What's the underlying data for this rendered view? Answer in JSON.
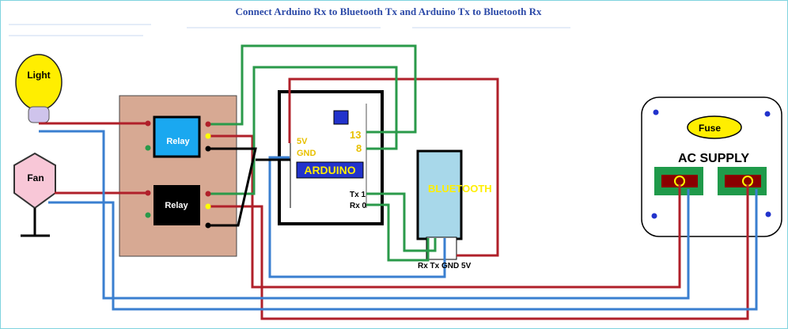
{
  "title": "Connect Arduino Rx to Bluetooth Tx  and Arduino Tx to Bluetooth Rx",
  "labels": {
    "light": "Light",
    "fan": "Fan",
    "relay_1": "Relay",
    "relay_2": "Relay",
    "pin_5v": "5V",
    "pin_gnd": "GND",
    "pin_13": "13",
    "pin_8": "8",
    "arduino": "ARDUINO",
    "arduino_tx": "Tx  1",
    "arduino_rx": "Rx  0",
    "bluetooth": "BLUETOOTH",
    "bluetooth_pins": "Rx Tx GND 5V",
    "fuse": "Fuse",
    "ac_supply": "AC SUPPLY"
  },
  "colors": {
    "wire_red": "#b0202a",
    "wire_green": "#2a9a4a",
    "wire_blue": "#3a7fd0",
    "wire_black": "#000000",
    "light_bulb": "#ffee00",
    "fan_body": "#f8c7d7",
    "relay_board": "#d7a993",
    "relay_1": "#1aa8f0",
    "relay_2": "#000000",
    "arduino_chip": "#2233cc",
    "bluetooth_module": "#a8d8ea",
    "ac_socket": "#1f9a4a"
  }
}
